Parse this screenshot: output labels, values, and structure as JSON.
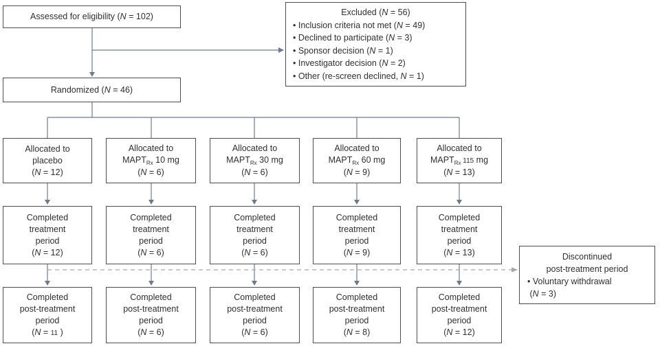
{
  "colors": {
    "line": "#6b7a91",
    "dashed": "#a8a8a8",
    "border": "#4d4d4d",
    "text": "#2f2f2f",
    "bg": "#ffffff"
  },
  "figure": {
    "assessed": [
      [
        [
          "",
          "Assessed for eligibility ("
        ],
        [
          "i",
          "N"
        ],
        [
          "",
          " = 102)"
        ]
      ]
    ],
    "randomized": [
      [
        [
          "",
          "Randomized ("
        ],
        [
          "i",
          "N"
        ],
        [
          "",
          " = 46)"
        ]
      ]
    ],
    "excluded": {
      "title": [
        [
          [
            "",
            "Excluded ("
          ],
          [
            "i",
            "N"
          ],
          [
            "",
            " = 56)"
          ]
        ]
      ],
      "bullets": [
        [
          [
            "",
            "• Inclusion criteria not met ("
          ],
          [
            "i",
            "N"
          ],
          [
            "",
            " = 49)"
          ]
        ],
        [
          [
            "",
            "• Declined to participate ("
          ],
          [
            "i",
            "N"
          ],
          [
            "",
            " = 3)"
          ]
        ],
        [
          [
            "",
            "• Sponsor decision ("
          ],
          [
            "i",
            "N"
          ],
          [
            "",
            " = 1)"
          ]
        ],
        [
          [
            "",
            "• Investigator decision ("
          ],
          [
            "i",
            "N"
          ],
          [
            "",
            " = 2)"
          ]
        ],
        [
          [
            "",
            "• Other (re-screen declined, "
          ],
          [
            "i",
            "N"
          ],
          [
            "",
            " = 1)"
          ]
        ]
      ]
    },
    "discontinued": {
      "title": [
        [
          [
            "",
            "Discontinued"
          ]
        ],
        [
          [
            "",
            "post-treatment period"
          ]
        ]
      ],
      "bullets": [
        [
          [
            "",
            "• Voluntary withdrawal"
          ]
        ],
        [
          [
            "",
            " ("
          ],
          [
            "i",
            "N"
          ],
          [
            "",
            " = 3)"
          ]
        ]
      ]
    },
    "columns": [
      {
        "allocated": [
          [
            [
              "",
              "Allocated to"
            ]
          ],
          [
            [
              "",
              "placebo"
            ]
          ],
          [
            [
              "",
              "("
            ],
            [
              "i",
              "N"
            ],
            [
              "",
              " = 12)"
            ]
          ]
        ],
        "treatment": [
          [
            [
              "",
              "Completed"
            ]
          ],
          [
            [
              "",
              "treatment"
            ]
          ],
          [
            [
              "",
              "period"
            ]
          ],
          [
            [
              "",
              "("
            ],
            [
              "i",
              "N"
            ],
            [
              "",
              " = 12)"
            ]
          ]
        ],
        "post": [
          [
            [
              "",
              "Completed"
            ]
          ],
          [
            [
              "",
              "post-treatment"
            ]
          ],
          [
            [
              "",
              "period"
            ]
          ],
          [
            [
              "",
              "("
            ],
            [
              "i",
              "N"
            ],
            [
              "",
              " = "
            ],
            [
              "small",
              "11"
            ],
            [
              "",
              " )"
            ]
          ]
        ]
      },
      {
        "allocated": [
          [
            [
              "",
              "Allocated to"
            ]
          ],
          [
            [
              "",
              "MAPT"
            ],
            [
              "sub",
              "Rx"
            ],
            [
              "",
              " 10 mg"
            ]
          ],
          [
            [
              "",
              "("
            ],
            [
              "i",
              "N"
            ],
            [
              "",
              " = 6)"
            ]
          ]
        ],
        "treatment": [
          [
            [
              "",
              "Completed"
            ]
          ],
          [
            [
              "",
              "treatment"
            ]
          ],
          [
            [
              "",
              "period"
            ]
          ],
          [
            [
              "",
              "("
            ],
            [
              "i",
              "N"
            ],
            [
              "",
              " = 6)"
            ]
          ]
        ],
        "post": [
          [
            [
              "",
              "Completed"
            ]
          ],
          [
            [
              "",
              "post-treatment"
            ]
          ],
          [
            [
              "",
              "period"
            ]
          ],
          [
            [
              "",
              "("
            ],
            [
              "i",
              "N"
            ],
            [
              "",
              " = 6)"
            ]
          ]
        ]
      },
      {
        "allocated": [
          [
            [
              "",
              "Allocated to"
            ]
          ],
          [
            [
              "",
              "MAPT"
            ],
            [
              "sub",
              "Rx"
            ],
            [
              "",
              " 30 mg"
            ]
          ],
          [
            [
              "",
              "("
            ],
            [
              "i",
              "N"
            ],
            [
              "",
              " = 6)"
            ]
          ]
        ],
        "treatment": [
          [
            [
              "",
              "Completed"
            ]
          ],
          [
            [
              "",
              "treatment"
            ]
          ],
          [
            [
              "",
              "period"
            ]
          ],
          [
            [
              "",
              "("
            ],
            [
              "i",
              "N"
            ],
            [
              "",
              " = 6)"
            ]
          ]
        ],
        "post": [
          [
            [
              "",
              "Completed"
            ]
          ],
          [
            [
              "",
              "post-treatment"
            ]
          ],
          [
            [
              "",
              "period"
            ]
          ],
          [
            [
              "",
              "("
            ],
            [
              "i",
              "N"
            ],
            [
              "",
              " = 6)"
            ]
          ]
        ]
      },
      {
        "allocated": [
          [
            [
              "",
              "Allocated to"
            ]
          ],
          [
            [
              "",
              "MAPT"
            ],
            [
              "sub",
              "Rx"
            ],
            [
              "",
              " 60 mg"
            ]
          ],
          [
            [
              "",
              "("
            ],
            [
              "i",
              "N"
            ],
            [
              "",
              " = 9)"
            ]
          ]
        ],
        "treatment": [
          [
            [
              "",
              "Completed"
            ]
          ],
          [
            [
              "",
              "treatment"
            ]
          ],
          [
            [
              "",
              "period"
            ]
          ],
          [
            [
              "",
              "("
            ],
            [
              "i",
              "N"
            ],
            [
              "",
              " = 9)"
            ]
          ]
        ],
        "post": [
          [
            [
              "",
              "Completed"
            ]
          ],
          [
            [
              "",
              "post-treatment"
            ]
          ],
          [
            [
              "",
              "period"
            ]
          ],
          [
            [
              "",
              "("
            ],
            [
              "i",
              "N"
            ],
            [
              "",
              " = 8)"
            ]
          ]
        ]
      },
      {
        "allocated": [
          [
            [
              "",
              "Allocated to"
            ]
          ],
          [
            [
              "",
              "MAPT"
            ],
            [
              "sub",
              "Rx"
            ],
            [
              "small",
              " 115"
            ],
            [
              "",
              " mg"
            ]
          ],
          [
            [
              "",
              "("
            ],
            [
              "i",
              "N"
            ],
            [
              "",
              " = 13)"
            ]
          ]
        ],
        "treatment": [
          [
            [
              "",
              "Completed"
            ]
          ],
          [
            [
              "",
              "treatment"
            ]
          ],
          [
            [
              "",
              "period"
            ]
          ],
          [
            [
              "",
              "("
            ],
            [
              "i",
              "N"
            ],
            [
              "",
              " = 13)"
            ]
          ]
        ],
        "post": [
          [
            [
              "",
              "Completed"
            ]
          ],
          [
            [
              "",
              "post-treatment"
            ]
          ],
          [
            [
              "",
              "period"
            ]
          ],
          [
            [
              "",
              "("
            ],
            [
              "i",
              "N"
            ],
            [
              "",
              " = 12)"
            ]
          ]
        ]
      }
    ]
  }
}
